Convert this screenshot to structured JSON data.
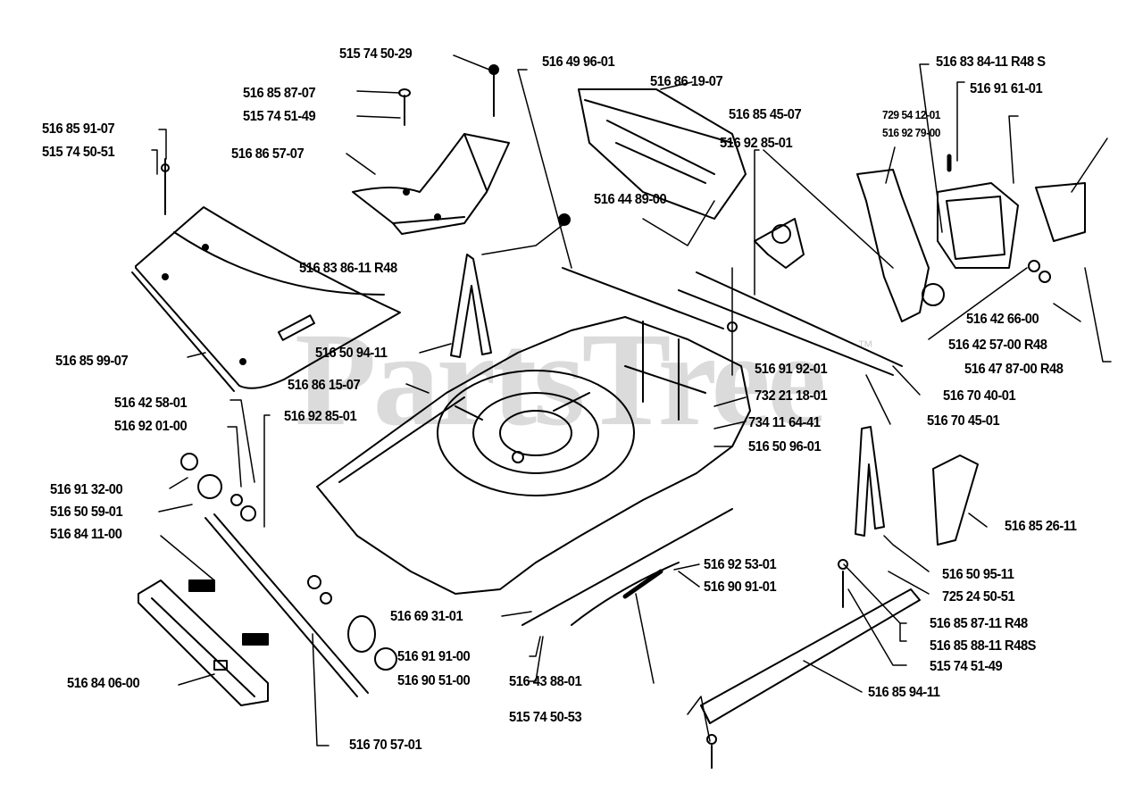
{
  "diagram": {
    "title": "Exploded parts diagram — mower deck / chassis",
    "watermark": "PartsTree",
    "watermark_tm": "™",
    "colors": {
      "line": "#000000",
      "background": "#ffffff",
      "watermark": "#cfcfcf"
    }
  },
  "labels": [
    {
      "id": "l01",
      "text": "515 74 50-29"
    },
    {
      "id": "l02",
      "text": "516 85 87-07"
    },
    {
      "id": "l03",
      "text": "515 74 51-49"
    },
    {
      "id": "l04",
      "text": "516 86 57-07"
    },
    {
      "id": "l05",
      "text": "516 85 91-07"
    },
    {
      "id": "l06",
      "text": "515 74 50-51"
    },
    {
      "id": "l07",
      "text": "516 49 96-01"
    },
    {
      "id": "l08",
      "text": "516 86 19-07"
    },
    {
      "id": "l09",
      "text": "516 83 84-11 R48 S"
    },
    {
      "id": "l10",
      "text": "516 91 61-01"
    },
    {
      "id": "l11",
      "text": "729 54 12-01"
    },
    {
      "id": "l12",
      "text": "516 92 79-00"
    },
    {
      "id": "l13",
      "text": "516 85 45-07"
    },
    {
      "id": "l14",
      "text": "516 92 85-01"
    },
    {
      "id": "l15",
      "text": "516 44 89-00"
    },
    {
      "id": "l16",
      "text": "516 83 86-11 R48"
    },
    {
      "id": "l17",
      "text": "516 85 99-07"
    },
    {
      "id": "l18",
      "text": "516 50 94-11"
    },
    {
      "id": "l19",
      "text": "516 86 15-07"
    },
    {
      "id": "l20",
      "text": "516 92 85-01"
    },
    {
      "id": "l21",
      "text": "516 42 58-01"
    },
    {
      "id": "l22",
      "text": "516 92 01-00"
    },
    {
      "id": "l23",
      "text": "516 91 32-00"
    },
    {
      "id": "l24",
      "text": "516 50 59-01"
    },
    {
      "id": "l25",
      "text": "516 84 11-00"
    },
    {
      "id": "l26",
      "text": "516 84 06-00"
    },
    {
      "id": "l27",
      "text": "516 70 57-01"
    },
    {
      "id": "l28",
      "text": "516 42 66-00"
    },
    {
      "id": "l29",
      "text": "516 42 57-00 R48"
    },
    {
      "id": "l30",
      "text": "516 47 87-00 R48"
    },
    {
      "id": "l31",
      "text": "516 91 92-01"
    },
    {
      "id": "l32",
      "text": "732 21 18-01"
    },
    {
      "id": "l33",
      "text": "734 11 64-41"
    },
    {
      "id": "l34",
      "text": "516 50 96-01"
    },
    {
      "id": "l35",
      "text": "516 70 40-01"
    },
    {
      "id": "l36",
      "text": "516 70 45-01"
    },
    {
      "id": "l37",
      "text": "516 85 26-11"
    },
    {
      "id": "l38",
      "text": "516 50 95-11"
    },
    {
      "id": "l39",
      "text": "725 24 50-51"
    },
    {
      "id": "l40",
      "text": "516 85 87-11 R48"
    },
    {
      "id": "l41",
      "text": "516 85 88-11 R48S"
    },
    {
      "id": "l42",
      "text": "515 74 51-49"
    },
    {
      "id": "l43",
      "text": "516 85 94-11"
    },
    {
      "id": "l44",
      "text": "516 92 53-01"
    },
    {
      "id": "l45",
      "text": "516 90 91-01"
    },
    {
      "id": "l46",
      "text": "516 69 31-01"
    },
    {
      "id": "l47",
      "text": "516 91 91-00"
    },
    {
      "id": "l48",
      "text": "516 90 51-00"
    },
    {
      "id": "l49",
      "text": "516 43 88-01"
    },
    {
      "id": "l50",
      "text": "515 74 50-53"
    }
  ]
}
